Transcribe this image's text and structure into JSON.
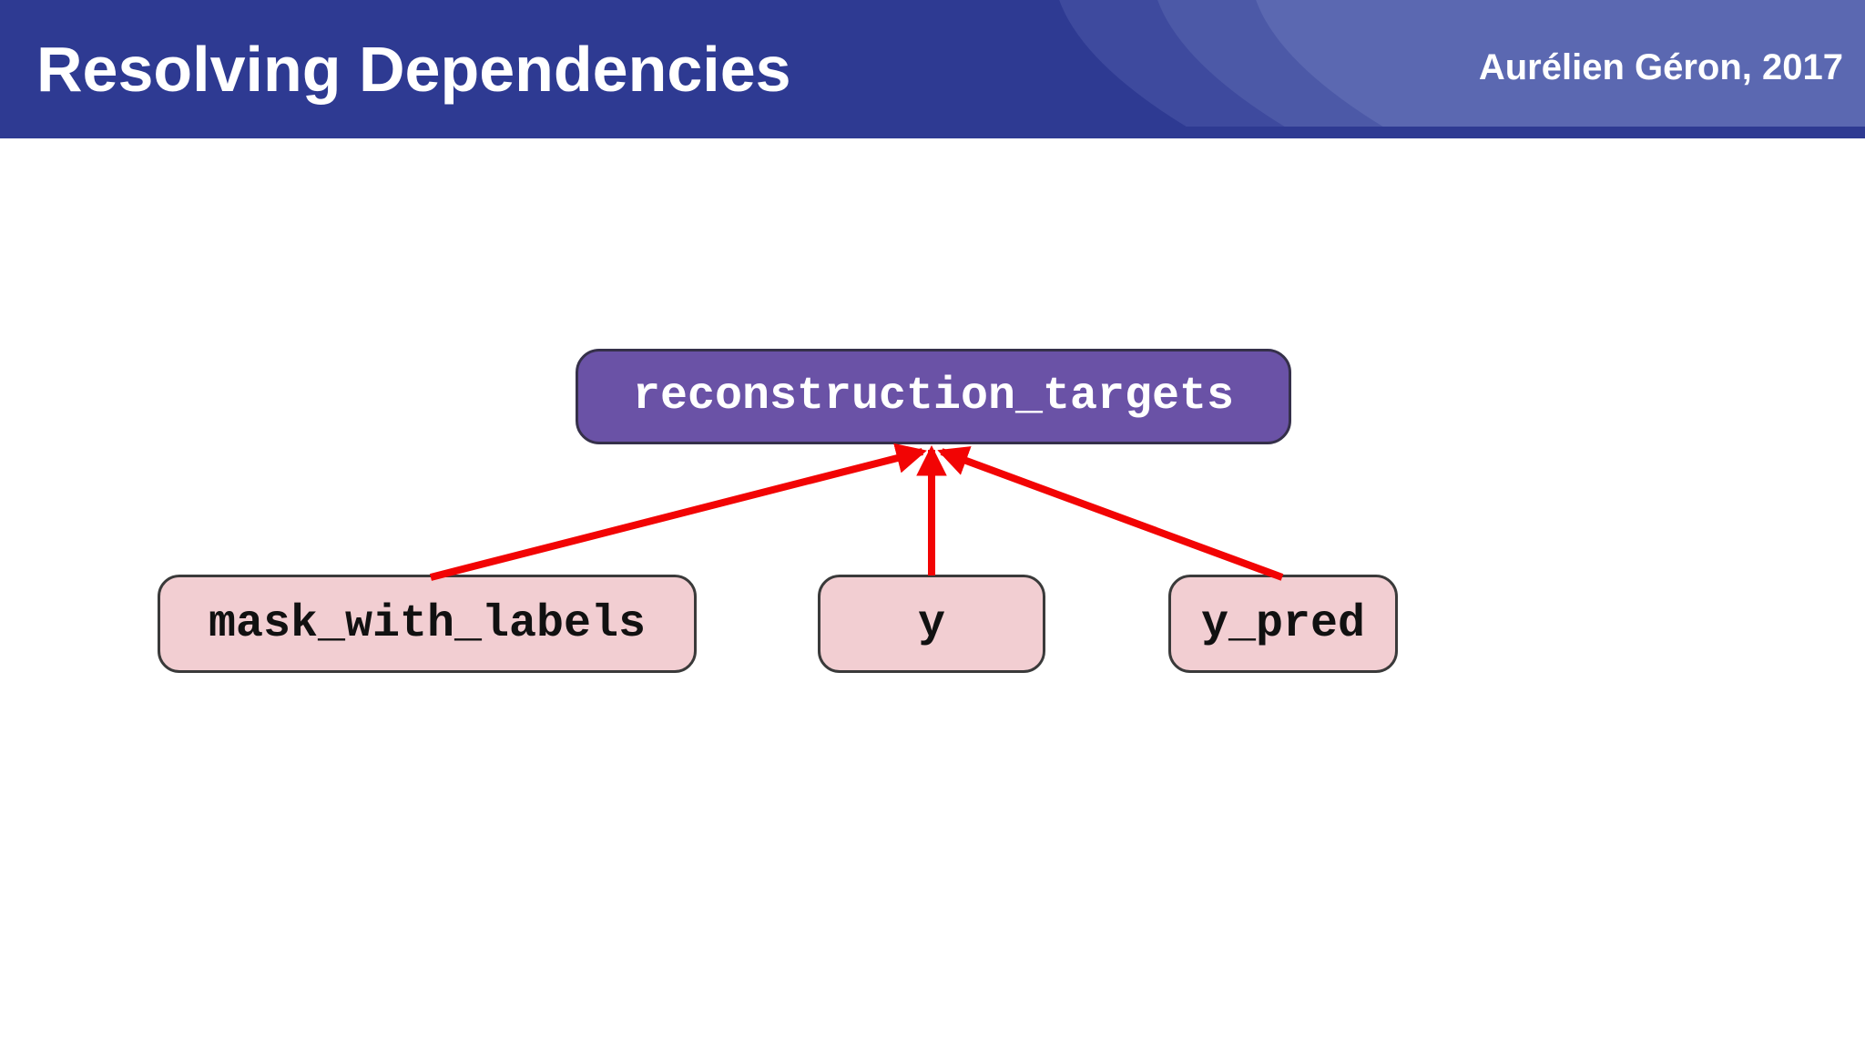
{
  "slide": {
    "title": "Resolving Dependencies",
    "attribution": "Aurélien Géron, 2017"
  },
  "theme": {
    "header_base": "#2e3a92",
    "header_arc_1": "#3e4a9e",
    "header_arc_2": "#4c59a7",
    "header_arc_3": "#5b68b1",
    "title_color": "#ffffff",
    "canvas_bg": "#ffffff",
    "root_node_fill": "#6a52a6",
    "root_node_text": "#ffffff",
    "child_node_fill": "#f2ced2",
    "child_node_text": "#111111",
    "node_border": "#3a3a3a",
    "arrow_color": "#f20404"
  },
  "diagram": {
    "type": "dependency-graph",
    "root": {
      "id": "reconstruction_targets",
      "label": "reconstruction_targets"
    },
    "children": [
      {
        "id": "mask_with_labels",
        "label": "mask_with_labels"
      },
      {
        "id": "y",
        "label": "y"
      },
      {
        "id": "y_pred",
        "label": "y_pred"
      }
    ],
    "edges": [
      {
        "from": "mask_with_labels",
        "to": "reconstruction_targets"
      },
      {
        "from": "y",
        "to": "reconstruction_targets"
      },
      {
        "from": "y_pred",
        "to": "reconstruction_targets"
      }
    ]
  }
}
